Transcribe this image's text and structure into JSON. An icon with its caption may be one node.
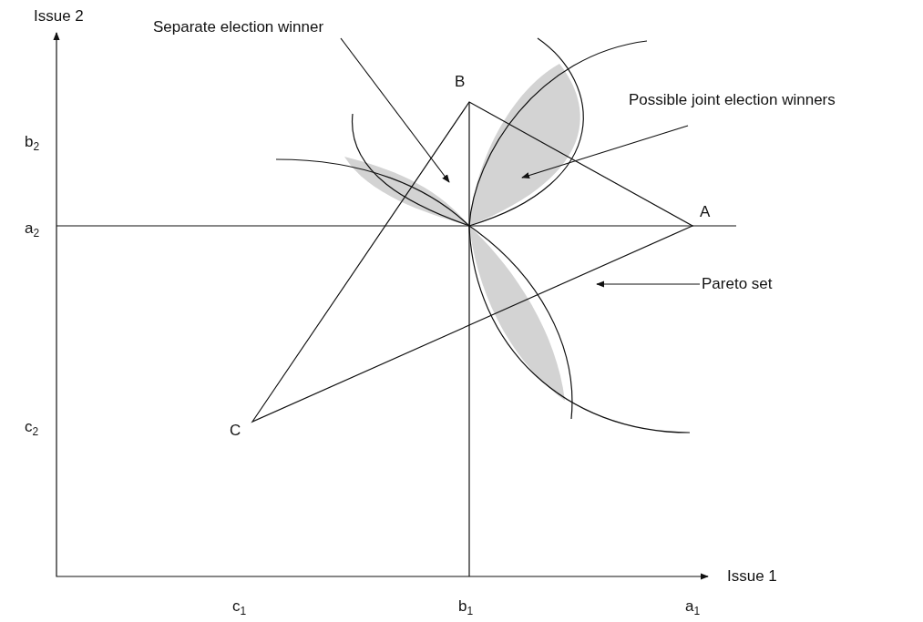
{
  "diagram": {
    "nodes": [
      {
        "text": [
          "Separate election winner"
        ]
      },
      {
        "text": [
          "Possible joint election winners"
        ]
      },
      {
        "text": [
          "Pareto set"
        ]
      },
      {
        "text": [],
        "shape": "triangle",
        "beside": [
          "A",
          "C"
        ]
      },
      {
        "text": [],
        "shape": "lens"
      }
    ],
    "edges": [
      {
        "from": 0,
        "to": 3,
        "arrow": "to"
      },
      {
        "from": 1,
        "to": 4,
        "arrow": "to"
      },
      {
        "from": 2,
        "to": 3,
        "arrow": "to"
      }
    ],
    "labels": [
      "Issue 2",
      "B",
      "b$_{2}$",
      "a$_{2}$",
      "c$_{2}$",
      "Issue 1",
      "c$_{1}$",
      "b$_{1}$",
      "a$_{1}$"
    ]
  }
}
